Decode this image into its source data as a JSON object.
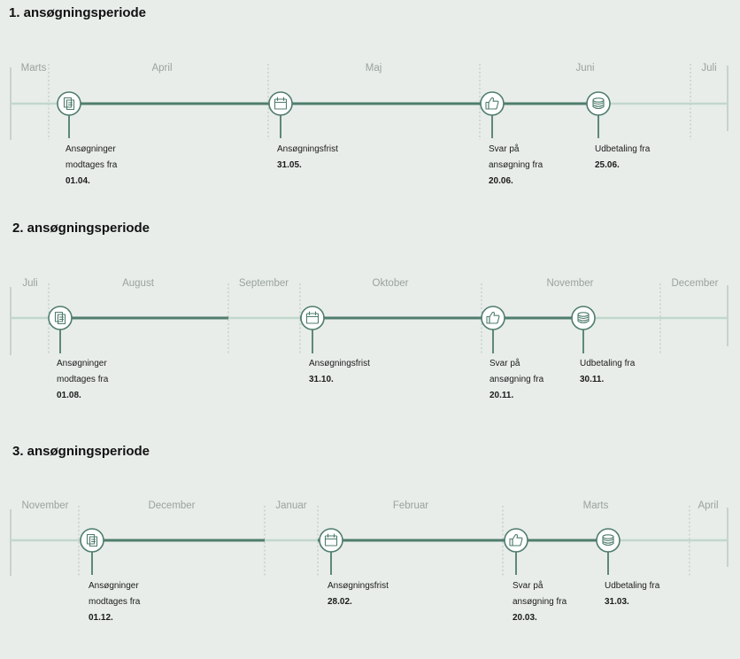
{
  "colors": {
    "background": "#e8ede9",
    "track_light": "#c2d7cc",
    "track_dark": "#4f7d6d",
    "divider": "#aab7b1",
    "month_text": "#9aa39e",
    "icon_stroke": "#4f7d6d"
  },
  "periods": [
    {
      "title": "1. ansøgningsperiode",
      "months": [
        "Marts",
        "April",
        "Maj",
        "Juni",
        "Juli"
      ],
      "milestones": [
        {
          "label_lines": [
            "Ansøgninger",
            "modtages fra"
          ],
          "date": "01.04.",
          "icon": "documents-icon"
        },
        {
          "label_lines": [
            "Ansøgningsfrist"
          ],
          "date": "31.05.",
          "icon": "calendar-icon"
        },
        {
          "label_lines": [
            "Svar på",
            "ansøgning fra"
          ],
          "date": "20.06.",
          "icon": "thumbs-up-icon"
        },
        {
          "label_lines": [
            "Udbetaling fra"
          ],
          "date": "25.06.",
          "icon": "coin-stack-icon"
        }
      ]
    },
    {
      "title": "2. ansøgningsperiode",
      "months": [
        "Juli",
        "August",
        "September",
        "Oktober",
        "November",
        "December"
      ],
      "milestones": [
        {
          "label_lines": [
            "Ansøgninger",
            "modtages fra"
          ],
          "date": "01.08.",
          "icon": "documents-icon"
        },
        {
          "label_lines": [
            "Ansøgningsfrist"
          ],
          "date": "31.10.",
          "icon": "calendar-icon"
        },
        {
          "label_lines": [
            "Svar på",
            "ansøgning fra"
          ],
          "date": "20.11.",
          "icon": "thumbs-up-icon"
        },
        {
          "label_lines": [
            "Udbetaling fra"
          ],
          "date": "30.11.",
          "icon": "coin-stack-icon"
        }
      ]
    },
    {
      "title": "3. ansøgningsperiode",
      "months": [
        "November",
        "December",
        "Januar",
        "Februar",
        "Marts",
        "April"
      ],
      "milestones": [
        {
          "label_lines": [
            "Ansøgninger",
            "modtages fra"
          ],
          "date": "01.12.",
          "icon": "documents-icon"
        },
        {
          "label_lines": [
            "Ansøgningsfrist"
          ],
          "date": "28.02.",
          "icon": "calendar-icon"
        },
        {
          "label_lines": [
            "Svar på",
            "ansøgning fra"
          ],
          "date": "20.03.",
          "icon": "thumbs-up-icon"
        },
        {
          "label_lines": [
            "Udbetaling fra"
          ],
          "date": "31.03.",
          "icon": "coin-stack-icon"
        }
      ]
    }
  ]
}
